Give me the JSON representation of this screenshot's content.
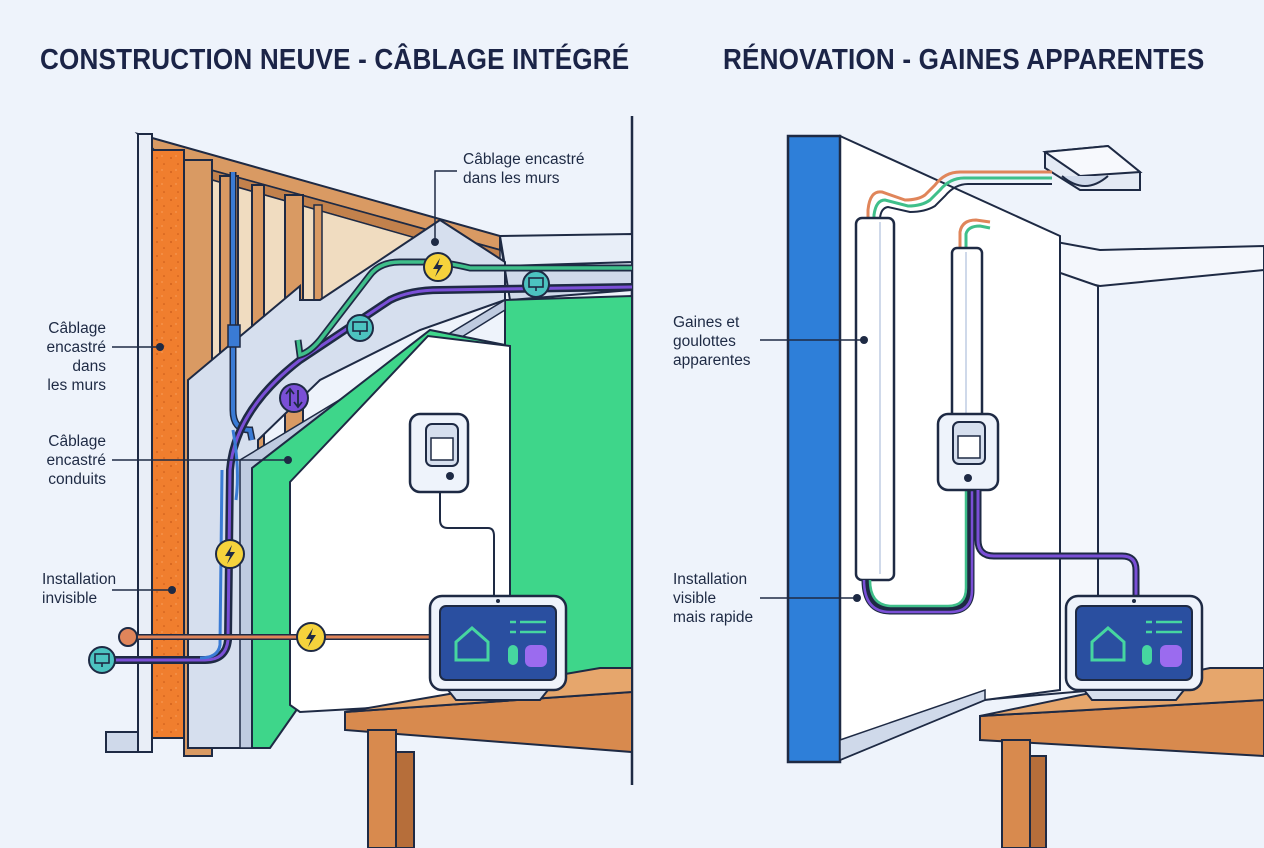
{
  "titles": {
    "left": "CONSTRUCTION NEUVE - CÂBLAGE INTÉGRÉ",
    "right": "RÉNOVATION - GAINES APPARENTES"
  },
  "callouts": {
    "left_top": "Câblage encastré\ndans les murs",
    "left_1": "Câblage\nencastré dans\nles murs",
    "left_2": "Câblage\nencastré\nconduits",
    "left_3": "Installation\ninvisible",
    "right_1": "Gaines et\ngoulottes\napparentes",
    "right_2": "Installation\nvisible\nmais rapide"
  },
  "colors": {
    "background": "#eef3fb",
    "outline": "#1e2a44",
    "insulation": "#f07e2e",
    "wood": "#d99a63",
    "drywall": "#d6dfee",
    "green_panel": "#3ed68a",
    "wall_white": "#ffffff",
    "wall_blue": "#2e7fd9",
    "cable_blue": "#3a7bd5",
    "cable_purple": "#7a4fd6",
    "cable_green": "#3fbf8a",
    "cable_orange": "#e0855a",
    "power_badge": "#f5d33c",
    "network_badge": "#4cc3c0",
    "data_badge": "#7a4fd6",
    "hub_screen": "#2a4fa0",
    "hub_icon": "#46d6a0",
    "hub_purple": "#9b6bef",
    "table_wood": "#d88a4e"
  },
  "icons": {
    "power": "lightning-icon",
    "network": "monitor-icon",
    "data": "up-down-arrows-icon",
    "sensor": "motion-sensor-icon",
    "hub": "smart-home-hub-icon",
    "ceiling": "ceiling-light-icon"
  }
}
